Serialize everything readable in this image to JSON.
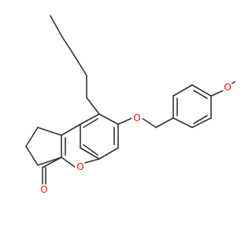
{
  "colors": {
    "bond": "#333333",
    "oxygen": "#ff0d0d",
    "background": "#ffffff"
  },
  "atoms": {
    "o_methoxy": "O",
    "o_ether": "O",
    "o_ring": "O",
    "o_carbonyl": "O"
  }
}
